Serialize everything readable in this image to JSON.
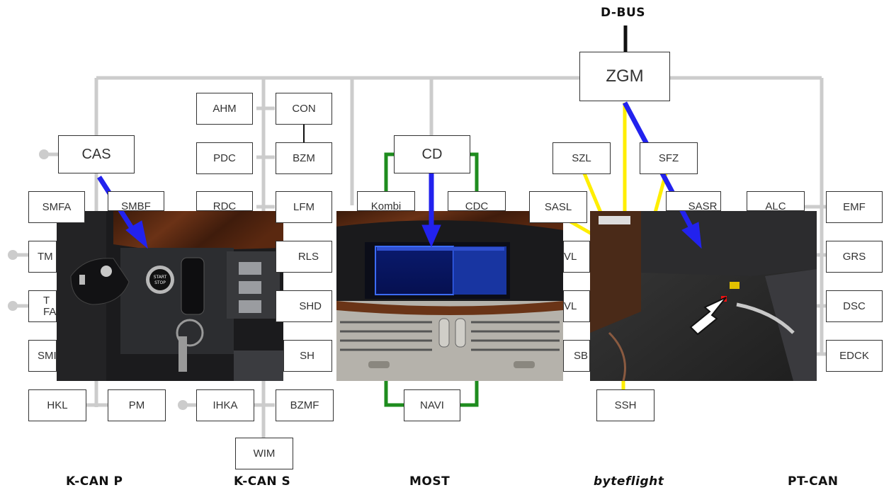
{
  "top_label": "D-BUS",
  "modules": {
    "zgm": "ZGM",
    "cas": "CAS",
    "cd": "CD",
    "ahm": "AHM",
    "con": "CON",
    "pdc": "PDC",
    "bzm": "BZM",
    "szl": "SZL",
    "sfz": "SFZ",
    "smfa": "SMFA",
    "smbf": "SMBF",
    "rdc": "RDC",
    "lfm": "LFM",
    "kombi": "Kombi",
    "cdc": "CDC",
    "sasl": "SASL",
    "sasr": "SASR",
    "alc": "ALC",
    "emf": "EMF",
    "tmfa": "TM",
    "rls": "RLS",
    "vl1": "VL",
    "grs": "GRS",
    "tfa": "T FA",
    "shd": "SHD",
    "vl2": "VL",
    "dsc": "DSC",
    "smfa2": "SMI",
    "sh": "SH",
    "sb": "SB",
    "edck": "EDCK",
    "hkl": "HKL",
    "pm": "PM",
    "ihka": "IHKA",
    "bzmf": "BZMF",
    "navi": "NAVI",
    "ssh": "SSH",
    "wim": "WIM"
  },
  "bus_labels": {
    "kcanp": "K-CAN P",
    "kcans": "K-CAN S",
    "most": "MOST",
    "byteflight": "byteflight",
    "ptcan": "PT-CAN"
  },
  "photos": {
    "photo1": "start-stop-button-key-photo",
    "photo2": "central-display-screen-photo",
    "photo3": "footwell-connector-photo"
  },
  "colors": {
    "bus_line": "#cccccc",
    "dbus_line": "#111111",
    "most_ring": "#1e8c1e",
    "byteflight": "#ffee00",
    "arrow": "#2222ee"
  }
}
